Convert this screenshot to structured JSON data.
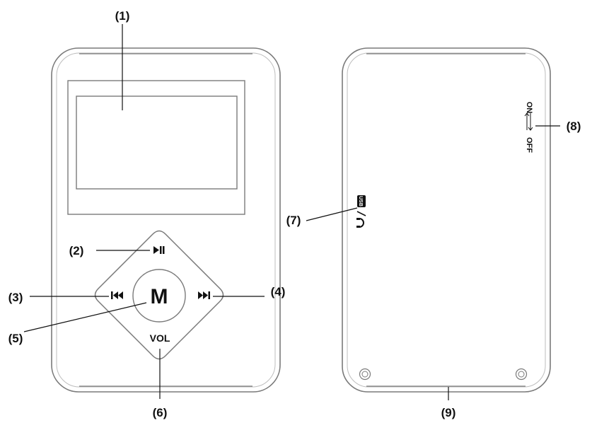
{
  "front": {
    "callouts": {
      "c1": "(1)",
      "c2": "(2)",
      "c3": "(3)",
      "c4": "(4)",
      "c5": "(5)",
      "c6": "(6)"
    },
    "buttons": {
      "menu": "M",
      "vol": "VOL"
    },
    "icons": {
      "top": "play-pause-icon",
      "left": "previous-track-icon",
      "right": "next-track-icon"
    }
  },
  "back": {
    "callouts": {
      "c7": "(7)",
      "c8": "(8)",
      "c9": "(9)"
    },
    "switch": {
      "on": "ON",
      "off": "OFF"
    },
    "port": {
      "usb": "USB"
    },
    "icons": {
      "port": "headphone-icon",
      "switch": "slide-switch-arrows-icon",
      "screws": "screw-icon"
    }
  },
  "colors": {
    "outline": "#7a7a7a",
    "line": "#111111",
    "background": "#ffffff"
  }
}
